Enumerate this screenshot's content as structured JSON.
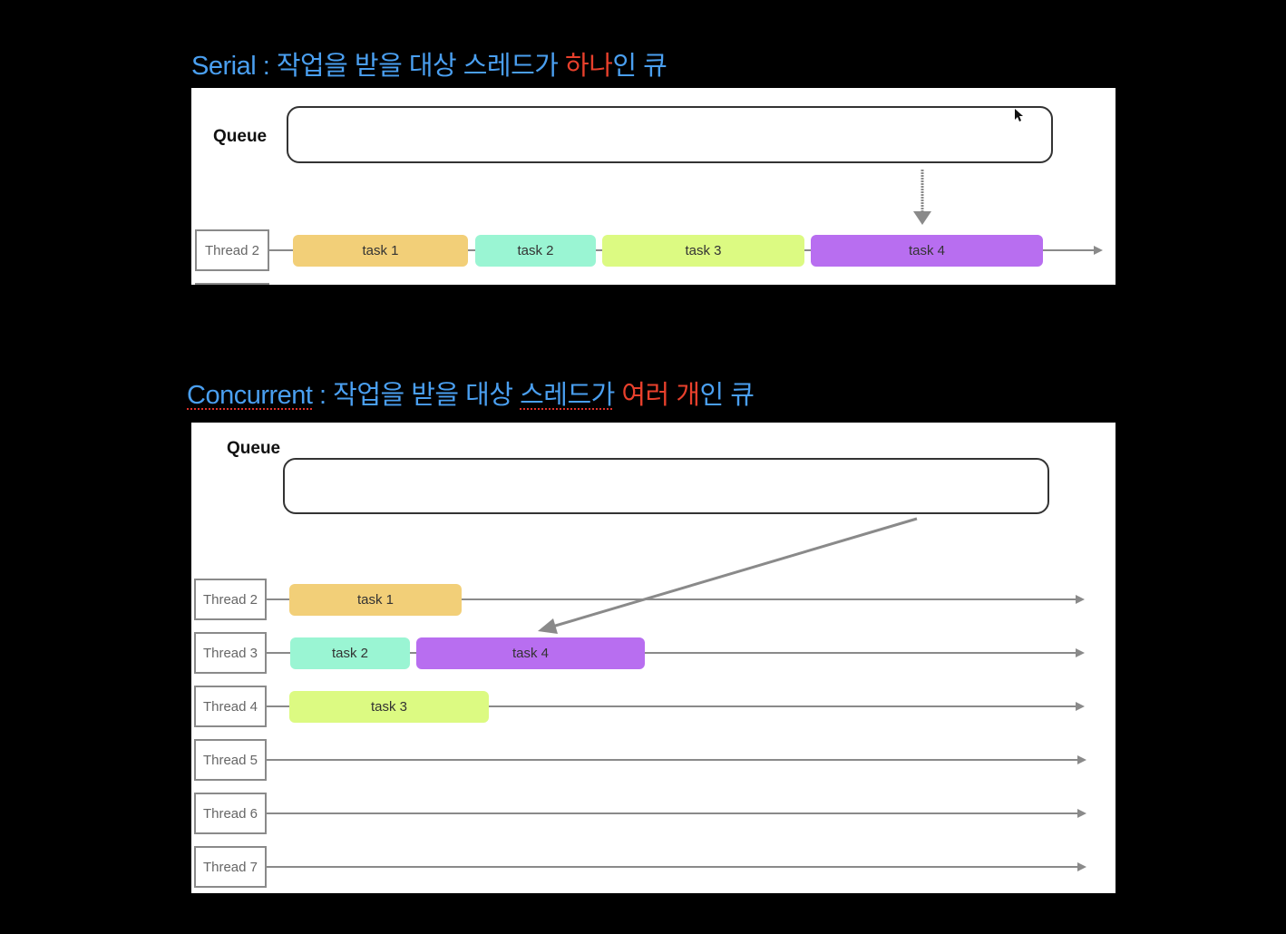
{
  "serial": {
    "heading": {
      "prefix": "Serial : 작업을 받을 대상 스레드가 ",
      "highlight": "하나",
      "suffix": "인 큐"
    },
    "queue_label": "Queue",
    "threads": [
      {
        "label": "Thread 2",
        "tasks": [
          {
            "label": "task 1",
            "color": "#f2cf78"
          },
          {
            "label": "task 2",
            "color": "#9af5d3"
          },
          {
            "label": "task 3",
            "color": "#dcfa82"
          },
          {
            "label": "task 4",
            "color": "#b86ef0"
          }
        ]
      }
    ],
    "arrow": "queue to task 4 (vertical)"
  },
  "concurrent": {
    "heading": {
      "word": "Concurrent",
      "sep": " : 작업을 받을 대상 ",
      "thread_word": "스레드가",
      "space": " ",
      "highlight1": "여러",
      "mid": " ",
      "highlight2": "개",
      "suffix": "인 큐"
    },
    "queue_label": "Queue",
    "threads": [
      {
        "label": "Thread 2",
        "tasks": [
          {
            "label": "task 1",
            "color": "#f2cf78"
          }
        ]
      },
      {
        "label": "Thread 3",
        "tasks": [
          {
            "label": "task 2",
            "color": "#9af5d3"
          },
          {
            "label": "task 4",
            "color": "#b86ef0"
          }
        ]
      },
      {
        "label": "Thread 4",
        "tasks": [
          {
            "label": "task 3",
            "color": "#dcfa82"
          }
        ]
      },
      {
        "label": "Thread 5",
        "tasks": []
      },
      {
        "label": "Thread 6",
        "tasks": []
      },
      {
        "label": "Thread 7",
        "tasks": []
      }
    ],
    "arrow": "queue to task 4 on Thread 3 (diagonal)"
  },
  "colors": {
    "heading_blue": "#4a9ff0",
    "heading_red": "#e8402c",
    "line_gray": "#8a8a8a"
  }
}
